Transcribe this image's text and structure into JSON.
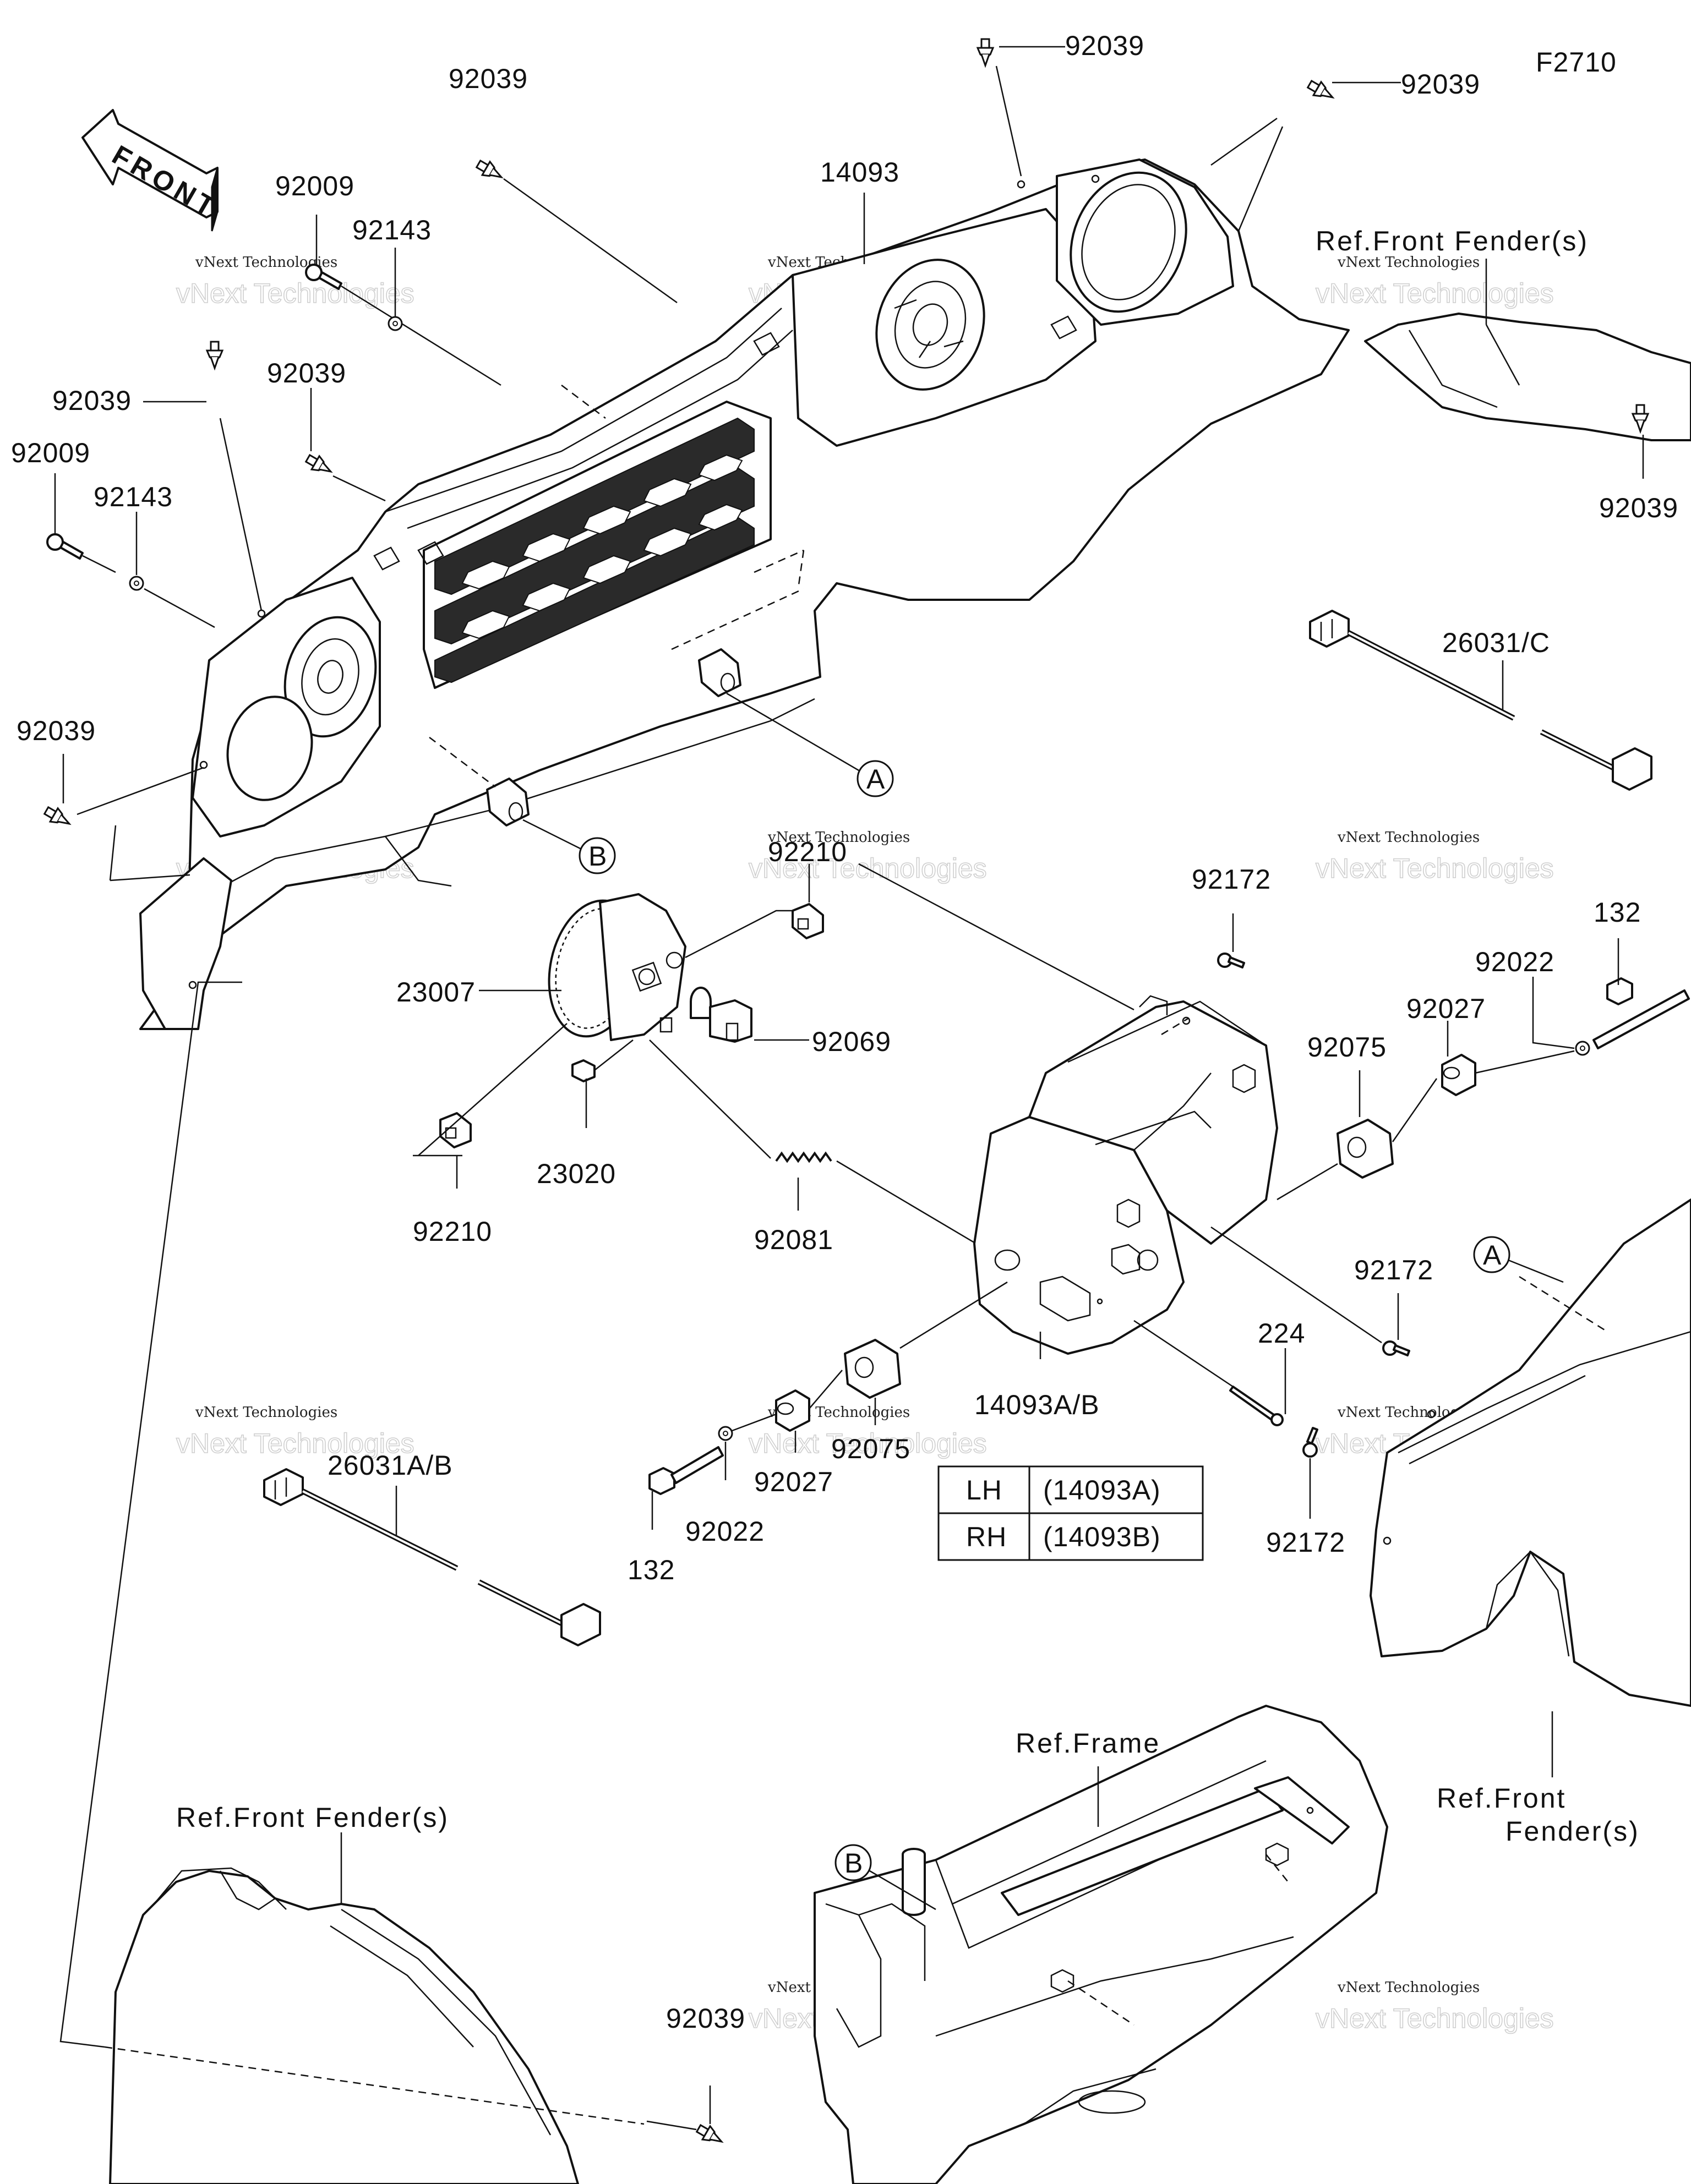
{
  "figure_code": "F2710",
  "front_arrow": "FRONT",
  "watermark": {
    "line1": "vNext Technologies",
    "line2": "vNext Technologies"
  },
  "part_labels": {
    "clip_top_left": "92039",
    "clip_top_center": "92039",
    "clip_top_right": "92039",
    "cover_main": "14093",
    "bolt_a_top": "92009",
    "washer_a_top": "92143",
    "clip_left_1": "92039",
    "clip_left_2": "92039",
    "bolt_a_mid": "92009",
    "washer_a_mid": "92143",
    "clip_left_3": "92039",
    "clip_right_fender": "92039",
    "harness_c": "26031/C",
    "clip_bracket_top": "92210",
    "screw_top": "92172",
    "bolt_right": "132",
    "washer_right": "92022",
    "collar_right": "92027",
    "grommet_right": "92075",
    "headlamp": "23007",
    "bulb": "92069",
    "nut": "23020",
    "clip_bracket_bottom": "92210",
    "spring": "92081",
    "screw_right_mid": "92172",
    "pin": "224",
    "housing": "14093A/B",
    "grommet_left": "92075",
    "collar_left": "92027",
    "washer_left": "92022",
    "bolt_left": "132",
    "screw_bottom": "92172",
    "harness_ab": "26031A/B",
    "clip_bottom": "92039"
  },
  "callouts": {
    "a": "A",
    "b": "B"
  },
  "references": {
    "front_fender_top": "Ref.Front Fender(s)",
    "front_fender_right_line1": "Ref.Front",
    "front_fender_right_line2": "Fender(s)",
    "front_fender_bottom": "Ref.Front Fender(s)",
    "frame": "Ref.Frame"
  },
  "side_table": {
    "rows": [
      {
        "side": "LH",
        "part": "(14093A)"
      },
      {
        "side": "RH",
        "part": "(14093B)"
      }
    ]
  }
}
